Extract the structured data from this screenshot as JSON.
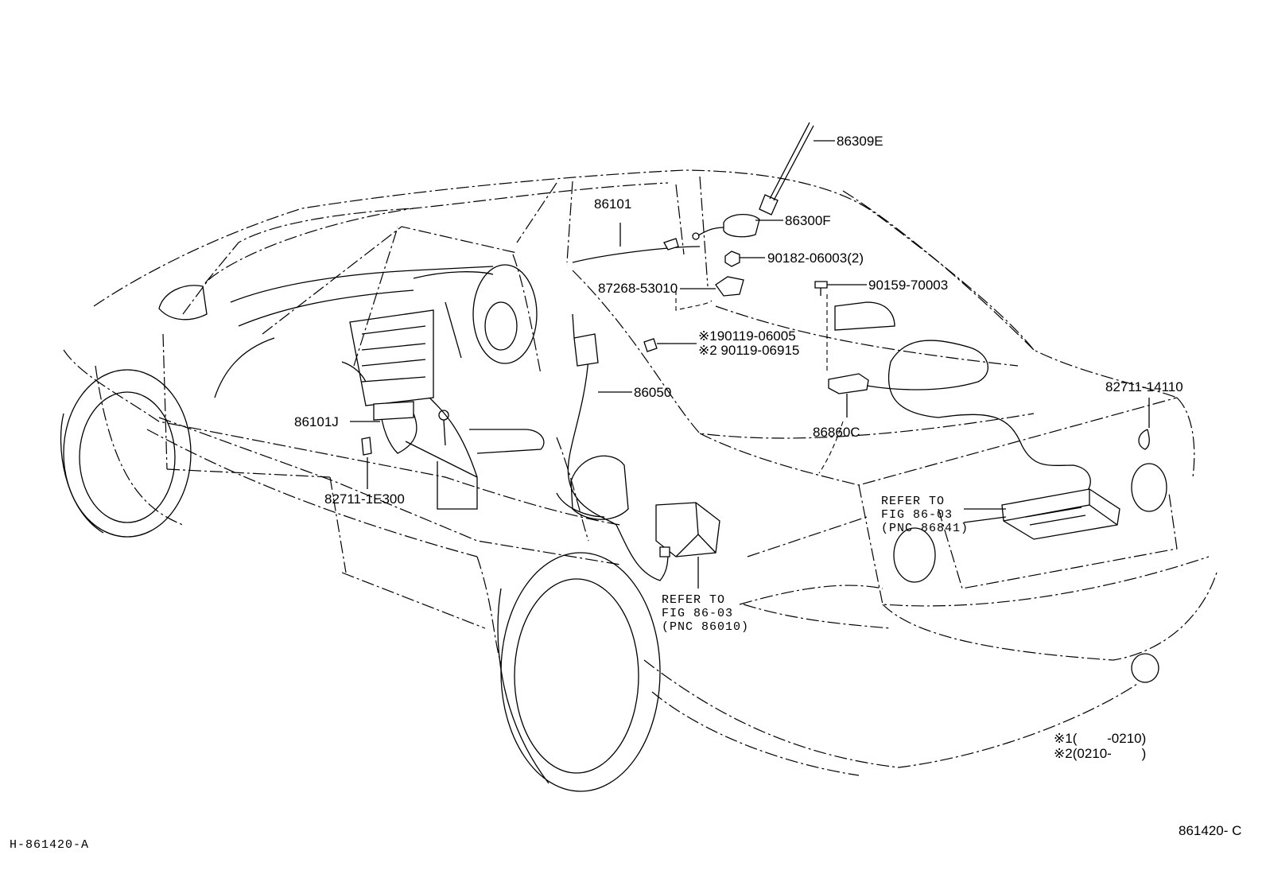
{
  "labels": {
    "antenna_rod": "86309E",
    "antenna_base": "86300F",
    "cord_86101": "86101",
    "nut_90182": "90182-06003(2)",
    "bracket_87268": "87268-53010",
    "bolt_90159": "90159-70003",
    "screw_1": "※190119-06005",
    "screw_2": "※2 90119-06915",
    "cord_86050": "86050",
    "cord_86101j": "86101J",
    "clamp_82711_1e300": "82711-1E300",
    "box_86860c": "86860C",
    "clamp_82711_14110": "82711-14110"
  },
  "refer_rear": {
    "line1": "REFER TO",
    "line2": "FIG 86-03",
    "line3": "(PNC 86841)"
  },
  "refer_front": {
    "line1": "REFER TO",
    "line2": "FIG 86-03",
    "line3": "(PNC 86010)"
  },
  "footnotes": {
    "note1": "※1(        -0210)",
    "note2": "※2(0210-        )"
  },
  "figure_code_left": "H-861420-A",
  "figure_code_right": "861420- C"
}
